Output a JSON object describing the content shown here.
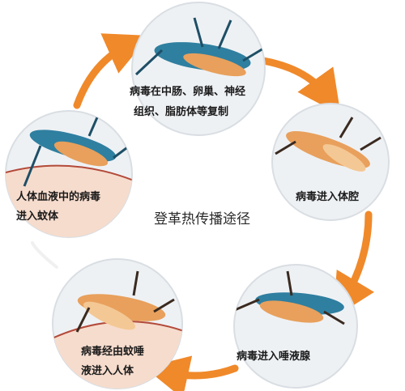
{
  "center_title": "登革热传播途径",
  "stages": [
    {
      "lines": [
        "病毒在中肠、卵巢、神经",
        "组织、脂肪体等复制"
      ]
    },
    {
      "lines": [
        "病毒进入体腔"
      ]
    },
    {
      "lines": [
        "病毒进入唾液腺"
      ]
    },
    {
      "lines": [
        "病毒经由蚊唾",
        "液进入人体"
      ]
    },
    {
      "lines": [
        "人体血液中的病毒",
        "进入蚊体"
      ]
    }
  ],
  "colors": {
    "arrow": "#f0892a",
    "circle_fill": "#eef1f4",
    "circle_stroke": "#d9dee3",
    "mosquito_blue": "#2f7fa0",
    "mosquito_orange": "#e8a05c",
    "skin": "#f6dccd",
    "skin_line": "#b34a3a"
  }
}
